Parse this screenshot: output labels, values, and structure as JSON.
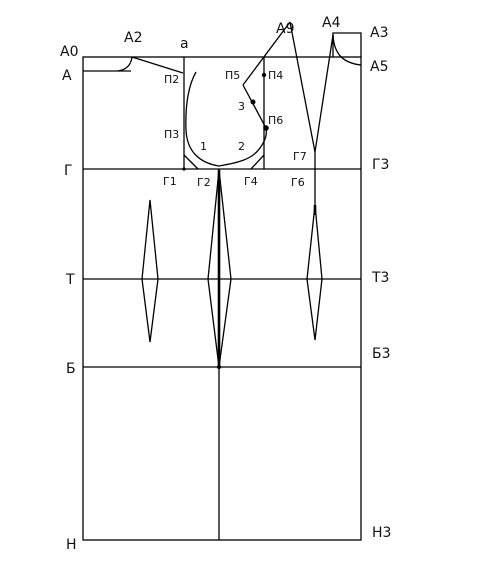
{
  "labels": {
    "a0": "A0",
    "a": "A",
    "a2": "A2",
    "small_a": "a",
    "a9": "A9",
    "a4": "A4",
    "a3": "A3",
    "a5": "A5",
    "p2": "П2",
    "p5": "П5",
    "p4": "П4",
    "num3": "3",
    "p6": "П6",
    "p3": "П3",
    "num1": "1",
    "num2": "2",
    "g7": "Г7",
    "g": "Г",
    "g1": "Г1",
    "g2": "Г2",
    "g4": "Г4",
    "g6": "Г6",
    "g3": "Г3",
    "t": "Т",
    "t3": "Т3",
    "b": "Б",
    "b3": "Б3",
    "n": "Н",
    "n3": "Н3"
  }
}
